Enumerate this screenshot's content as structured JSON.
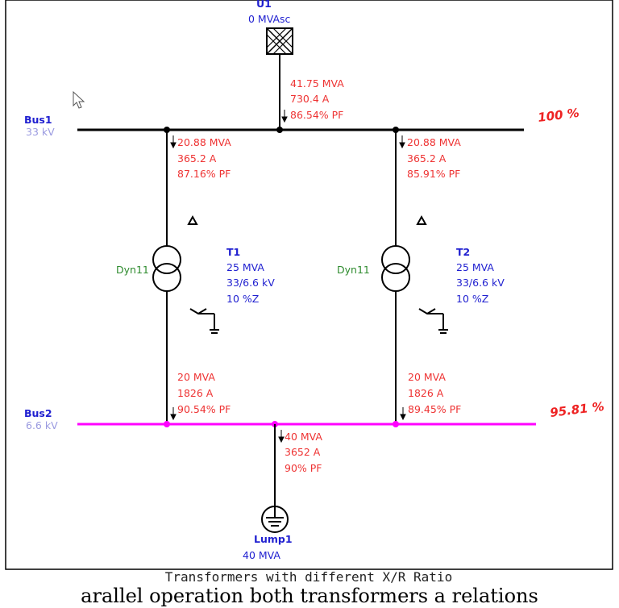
{
  "source": {
    "name": "U1",
    "rating": "0 MVAsc"
  },
  "source_flow": {
    "mva": "41.75 MVA",
    "amps": "730.4 A",
    "pf": "86.54% PF"
  },
  "bus1": {
    "name": "Bus1",
    "voltage": "33 kV",
    "percent": "100 %"
  },
  "bus2": {
    "name": "Bus2",
    "voltage": "6.6 kV",
    "percent": "95.81 %"
  },
  "t1": {
    "name": "T1",
    "rating": "25 MVA",
    "voltage": "33/6.6 kV",
    "impedance": "10 %Z",
    "winding": "Dyn11",
    "hv_flow": {
      "mva": "20.88 MVA",
      "amps": "365.2 A",
      "pf": "87.16% PF"
    },
    "lv_flow": {
      "mva": "20 MVA",
      "amps": "1826 A",
      "pf": "90.54% PF"
    }
  },
  "t2": {
    "name": "T2",
    "rating": "25 MVA",
    "voltage": "33/6.6 kV",
    "impedance": "10 %Z",
    "winding": "Dyn11",
    "hv_flow": {
      "mva": "20.88 MVA",
      "amps": "365.2 A",
      "pf": "85.91% PF"
    },
    "lv_flow": {
      "mva": "20 MVA",
      "amps": "1826 A",
      "pf": "89.45% PF"
    }
  },
  "load_flow": {
    "mva": "40 MVA",
    "amps": "3652 A",
    "pf": "90% PF"
  },
  "load": {
    "name": "Lump1",
    "rating": "40 MVA"
  },
  "caption": "Transformers with different X/R Ratio",
  "overflow_text": "arallel operation both transformers a relations",
  "colors": {
    "bus1": "#000000",
    "bus2": "#ff00ff",
    "flow": "#ee3333",
    "label": "#1f1fd0",
    "winding": "#2e8b2e"
  }
}
